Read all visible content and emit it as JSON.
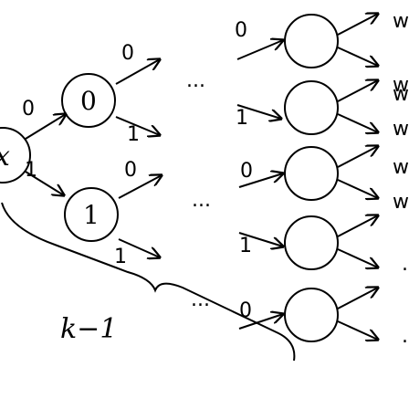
{
  "nodes": {
    "root_label": "x",
    "zero_label": "0",
    "one_label": "1"
  },
  "bit_zero": "0",
  "bit_one": "1",
  "ellipsis": "...",
  "edge_right_label": "w",
  "brace_label": "k−1"
}
